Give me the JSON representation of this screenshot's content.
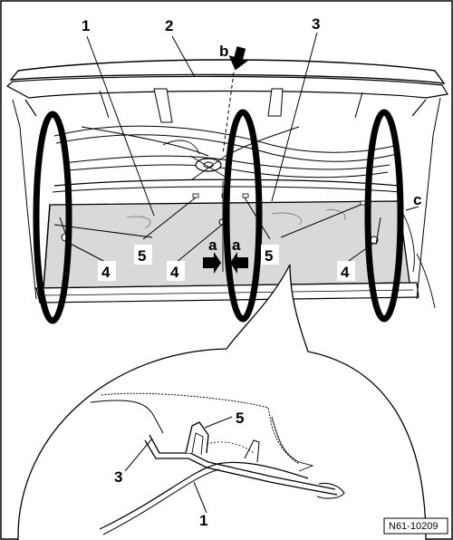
{
  "figure_ref": "N61-10209",
  "callouts": {
    "n1": "1",
    "n2": "2",
    "n3": "3",
    "n4": "4",
    "n5": "5",
    "a": "a",
    "b": "b",
    "c": "c"
  },
  "colors": {
    "panel_fill": "#d9d9d9",
    "line": "#000000",
    "background": "#ffffff"
  }
}
